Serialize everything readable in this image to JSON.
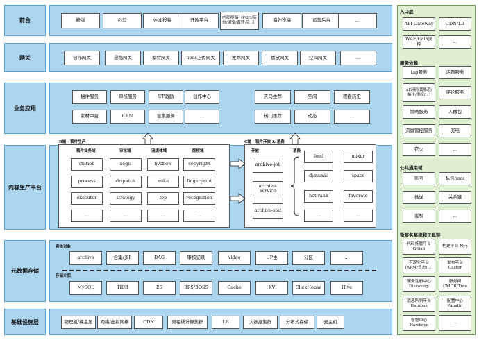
{
  "rows": {
    "frontend": {
      "label": "前台",
      "items": [
        "粉版",
        "必剪",
        "web投稿",
        "开放平台",
        "内部投稿（PGC/商单/课堂/直转点…）",
        "海外投稿",
        "运营后台",
        "..."
      ]
    },
    "gateway": {
      "label": "网关",
      "items": [
        "创作网关",
        "投稿网关",
        "素材网关",
        "upos上传网关",
        "推荐网关",
        "播放网关",
        "空间网关",
        "..."
      ]
    },
    "business": {
      "label": "业务应用",
      "left_items": [
        "稿件服务",
        "审核服务",
        "UP激励",
        "创作中心",
        "素材中台",
        "CRM",
        "合集服务",
        "..."
      ],
      "right_items": [
        "天马推荐",
        "空间",
        "观看历史",
        "热门推荐",
        "动态",
        "..."
      ]
    },
    "content": {
      "label": "内容生产平台",
      "b_title": "B端 - 稿件生产",
      "b_headers": [
        "稿件业务域",
        "审核域",
        "流媒体域",
        "版权域"
      ],
      "b_items": [
        "station",
        "aegis",
        "bvcflow",
        "copyright",
        "process",
        "dispatch",
        "miku",
        "fingerprint",
        "executor",
        "strategy",
        "fop",
        "recognition",
        "...",
        "...",
        "...",
        "..."
      ],
      "c_title": "C端 - 稿件开放 & 消费",
      "c_open": "开放",
      "c_consume": "消费",
      "c_left": [
        "archive-job",
        "archive-service",
        "archive-stat"
      ],
      "c_right": [
        "feed",
        "mixer",
        "dynamic",
        "space",
        "hot rank",
        "favorate",
        "...",
        "..."
      ]
    },
    "metadata": {
      "label": "元数据存储",
      "entity_title": "实体对象",
      "entity_items": [
        "archive",
        "合集/多P",
        "DAG",
        "审核记录",
        "video",
        "UP主",
        "分区",
        "..."
      ],
      "storage_title": "存储介质",
      "storage_items": [
        "MySQL",
        "TiDB",
        "ES",
        "BFS/BOSS",
        "Cache",
        "KV",
        "ClickHouse",
        "Hive"
      ]
    },
    "infra": {
      "label": "基础设施层",
      "items": [
        "物理机/裸金属",
        "网络/虚拟网络",
        "CDN",
        "离在线计算集群",
        "LB",
        "大数据集群",
        "分布式存储",
        "云主机"
      ]
    }
  },
  "sidebar": {
    "sections": [
      {
        "title": "入口层",
        "items": [
          "API Gateway",
          "CDN/LB",
          "WAF/Gaia风控",
          "..."
        ]
      },
      {
        "title": "服务依赖",
        "items": [
          "tag服务",
          "话题服务",
          "AI识别(黄暴恐/抽卡/侵权/...)",
          "评论服务",
          "策略服务",
          "人群包",
          "流量管控服务",
          "充电",
          "花火",
          "..."
        ]
      },
      {
        "title": "公共通用域",
        "items": [
          "账号",
          "私信/sms",
          "推送",
          "关系链",
          "鉴权",
          "..."
        ]
      },
      {
        "title": "微服务基建和工具链",
        "items": [
          "代码托管平台 Gitlab",
          "构建平台 Nyx",
          "可观化平台 (APM/日志/...)",
          "发布平台 Caster",
          "服务注册中心 Discovery",
          "服务树 CMDB/Tree",
          "消息队列平台 Databus",
          "配置中心 Paladin",
          "告警中心 Hawkeye",
          "..."
        ]
      }
    ]
  },
  "colors": {
    "row_fill": "#acd5ef",
    "row_border": "#5a9fcf",
    "sidebar_fill": "#dff0d2",
    "sidebar_border": "#6f9a56"
  }
}
